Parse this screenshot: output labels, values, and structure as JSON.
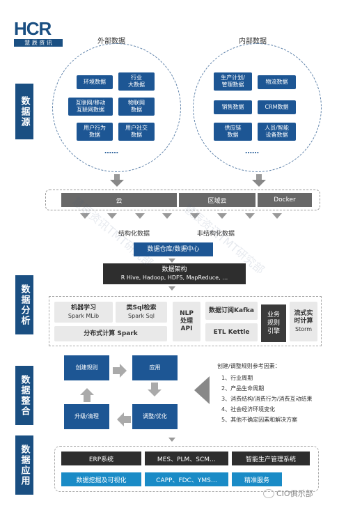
{
  "logo": {
    "name": "HCR",
    "sub": "慧 辰 资 讯"
  },
  "side_labels": [
    "数据源",
    "数据分析",
    "数据整合",
    "数据应用"
  ],
  "external": {
    "title": "外部数据",
    "items": [
      "环境数据",
      "行业\n大数据",
      "互联网/移动\n互联网数据",
      "物联网\n数据",
      "用户行为\n数据",
      "用户社交\n数据"
    ],
    "dots": "……"
  },
  "internal": {
    "title": "内部数据",
    "items": [
      "生产计划/\n管理数据",
      "物流数据",
      "销售数据",
      "CRM数据",
      "供应链\n数据",
      "人员/智能\n设备数据"
    ],
    "dots": "……"
  },
  "cloud_bar": [
    "云",
    "区域云",
    "Docker"
  ],
  "structured": "结构化数据",
  "unstructured": "非结构化数据",
  "warehouse": "数据仓库/数据中心",
  "arch": {
    "title": "数据架构",
    "sub": "R Hive, Hadoop, HDFS, MapReduce, …"
  },
  "analysis": {
    "ml": {
      "t": "机器学习",
      "s": "Spark MLib"
    },
    "sql": {
      "t": "类Sql检索",
      "s": "Spark Sql"
    },
    "dist": "分布式计算 Spark",
    "nlp": "NLP\n处理\nAPI",
    "kafka": "数据订阅Kafka",
    "etl": "ETL Kettle",
    "rule": "业务\n规则\n引擎",
    "stream": {
      "t": "流式实\n时计算",
      "s": "Storm"
    }
  },
  "cycle": [
    "创建规则",
    "应用",
    "调整/优化",
    "升级/清理"
  ],
  "factors": {
    "title": "创建/调整规则参考因素：",
    "items": [
      "1、行业周期",
      "2、产品生命周期",
      "3、消费结构/消费行为/消费互动结果",
      "4、社会经济环境变化",
      "5、其他不确定因素和解决方案"
    ]
  },
  "apps": {
    "row1": [
      "ERP系统",
      "MES、PLM、SCM…",
      "智能生产管理系统"
    ],
    "row2": [
      "数据挖掘及可视化",
      "CAPP、FDC、YMS…",
      "精准服务"
    ]
  },
  "watermark": "慧辰资讯TMT研究部",
  "wechat": "CIO俱乐部"
}
